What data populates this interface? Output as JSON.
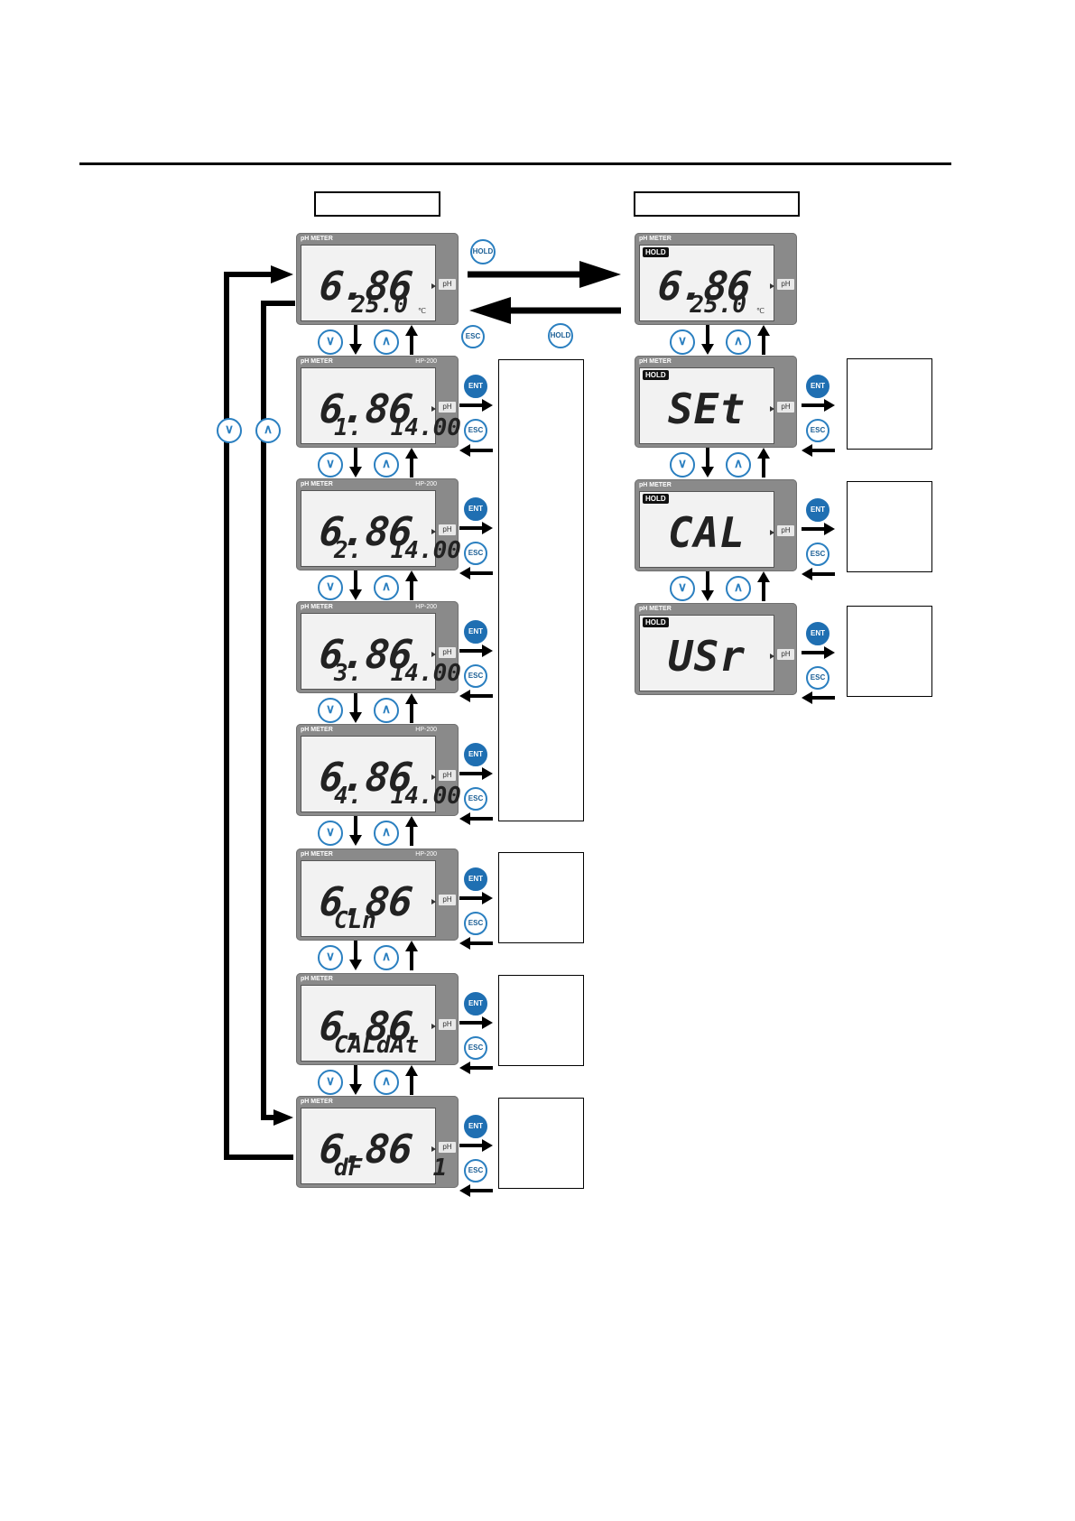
{
  "diagram": {
    "panel_title": "pH METER",
    "model": "HP-200",
    "unit": "pH",
    "temp_unit": "℃",
    "hold_badge": "HOLD",
    "buttons": {
      "hold": "HOLD",
      "esc": "ESC",
      "ent": "ENT",
      "down": "∨",
      "up": "∧"
    },
    "left_column": [
      {
        "main": "6.86",
        "sub": "25.0",
        "model": false
      },
      {
        "main": "6.86",
        "sub": "1.  14.00",
        "model": true
      },
      {
        "main": "6.86",
        "sub": "2.  14.00",
        "model": true
      },
      {
        "main": "6.86",
        "sub": "3.  14.00",
        "model": true
      },
      {
        "main": "6.86",
        "sub": "4.  14.00",
        "model": true
      },
      {
        "main": "6.86",
        "sub": "CLn",
        "model": true
      },
      {
        "main": "6.86",
        "sub": "CALdAt",
        "model": false
      },
      {
        "main": "6.86",
        "sub": "dF     1",
        "model": false
      }
    ],
    "right_column": [
      {
        "main": "6.86",
        "sub": "25.0"
      },
      {
        "word": "SEt"
      },
      {
        "word": "CAL"
      },
      {
        "word": "USr"
      }
    ]
  }
}
